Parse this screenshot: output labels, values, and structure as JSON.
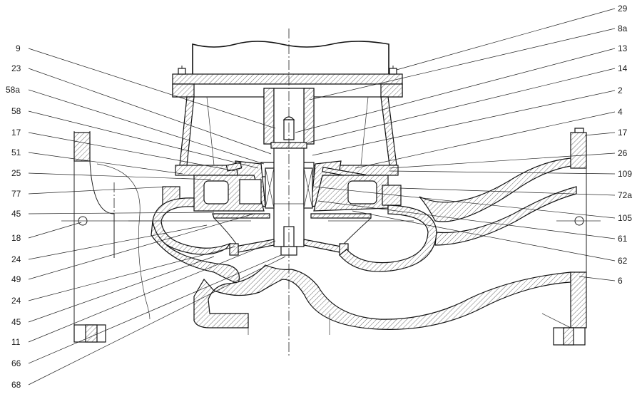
{
  "labels_left": [
    "9",
    "23",
    "58a",
    "58",
    "17",
    "51",
    "25",
    "77",
    "45",
    "18",
    "24",
    "49",
    "24",
    "45",
    "11",
    "66",
    "68"
  ],
  "labels_right": [
    "29",
    "8a",
    "13",
    "14",
    "2",
    "4",
    "17",
    "26",
    "109",
    "72a",
    "105",
    "61",
    "62",
    "6"
  ]
}
